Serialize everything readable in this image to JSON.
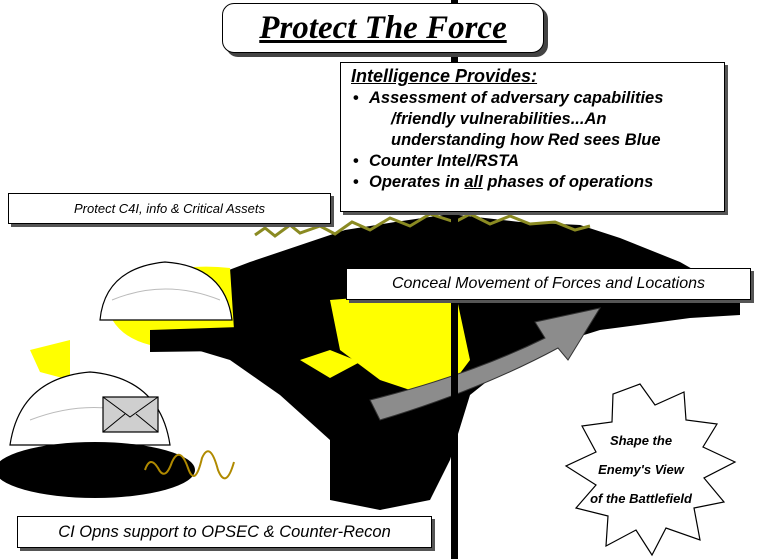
{
  "title": "Protect The Force",
  "intel": {
    "heading": "Intelligence Provides:",
    "bullet1_line1": "Assessment of adversary capabilities",
    "bullet1_line2": "/friendly vulnerabilities...An",
    "bullet1_line3": "understanding how Red sees Blue",
    "bullet2": "Counter Intel/RSTA",
    "bullet3_pre": "Operates in ",
    "bullet3_em": "all",
    "bullet3_post": " phases of operations"
  },
  "labels": {
    "c4i": "Protect C4I, info & Critical Assets",
    "conceal": "Conceal Movement of Forces and Locations",
    "ci": "CI Opns support to OPSEC & Counter-Recon"
  },
  "burst": {
    "line1": "Shape the",
    "line2": "Enemy's View",
    "line3": "of the Battlefield"
  },
  "colors": {
    "terrain_yellow": "#ffff00",
    "terrain_black": "#000000",
    "arrow_gray": "#8c8c8c"
  }
}
